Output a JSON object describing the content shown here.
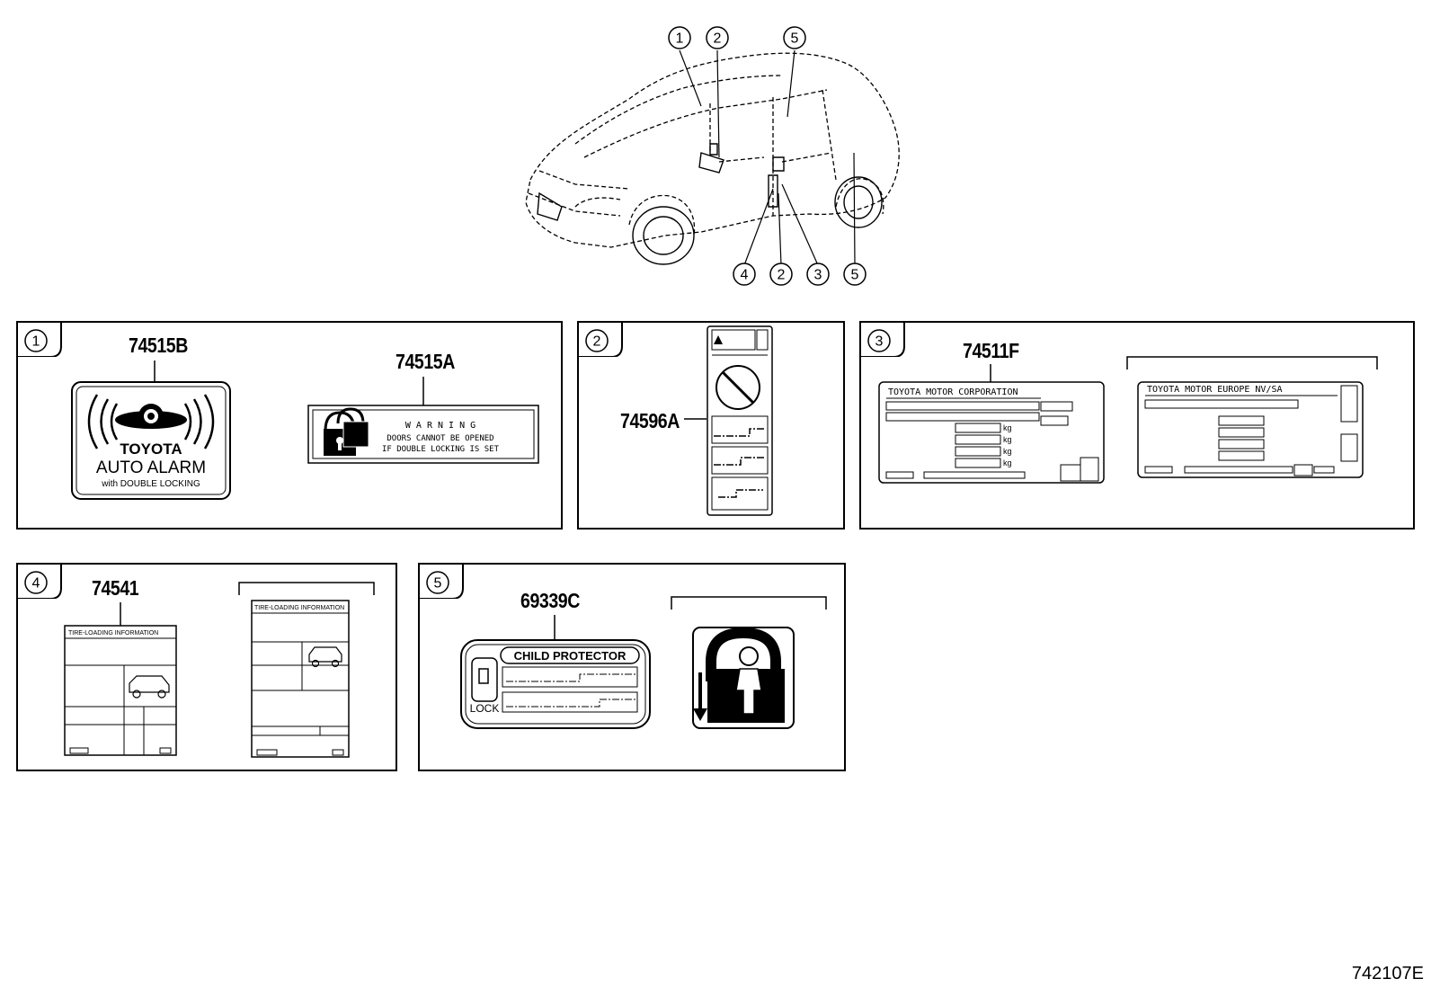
{
  "diagram": {
    "car_callouts": {
      "top": [
        "1",
        "2",
        "5"
      ],
      "bottom": [
        "4",
        "2",
        "3",
        "5"
      ]
    },
    "panels": [
      {
        "id": "1",
        "parts": [
          "74515B",
          "74515A"
        ]
      },
      {
        "id": "2",
        "parts": [
          "74596A"
        ]
      },
      {
        "id": "3",
        "parts": [
          "74511F"
        ]
      },
      {
        "id": "4",
        "parts": [
          "74541"
        ]
      },
      {
        "id": "5",
        "parts": [
          "69339C"
        ]
      }
    ],
    "labels": {
      "alarm": {
        "line1": "TOYOTA",
        "line2": "AUTO ALARM",
        "line3": "with DOUBLE LOCKING"
      },
      "warning": {
        "title": "W A R N I N G",
        "line1": "DOORS CANNOT BE OPENED",
        "line2": "IF DOUBLE LOCKING IS SET"
      },
      "plate_tmc": "TOYOTA MOTOR CORPORATION",
      "plate_tme": "TOYOTA MOTOR EUROPE NV/SA",
      "kg": "kg",
      "tire_info": "TIRE-LOADING INFORMATION",
      "child": {
        "title": "CHILD PROTECTOR",
        "lock": "LOCK"
      }
    },
    "figure_code": "742107E"
  }
}
